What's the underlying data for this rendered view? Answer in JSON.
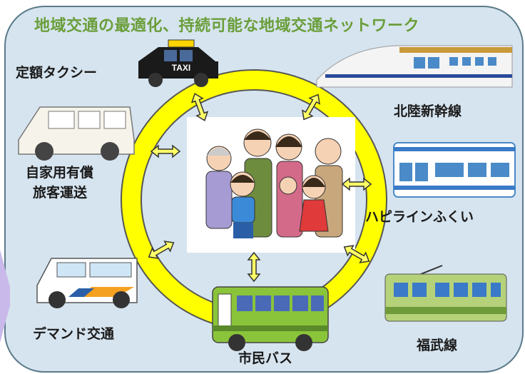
{
  "title": "地域交通の最適化、持続可能な地域交通ネットワーク",
  "labels": {
    "taxi": "定額タクシー",
    "shinkansen": "北陸新幹線",
    "private_car_1": "自家用有償",
    "private_car_2": "旅客運送",
    "hapiline": "ハピラインふくい",
    "demand": "デマンド交通",
    "fukubu": "福武線",
    "bus": "市民バス"
  },
  "taxi_sign": "TAXI",
  "colors": {
    "background": "#d6e4ef",
    "title": "#6a9e3a",
    "ring": "#ffff00",
    "ring_edge": "#555555"
  }
}
